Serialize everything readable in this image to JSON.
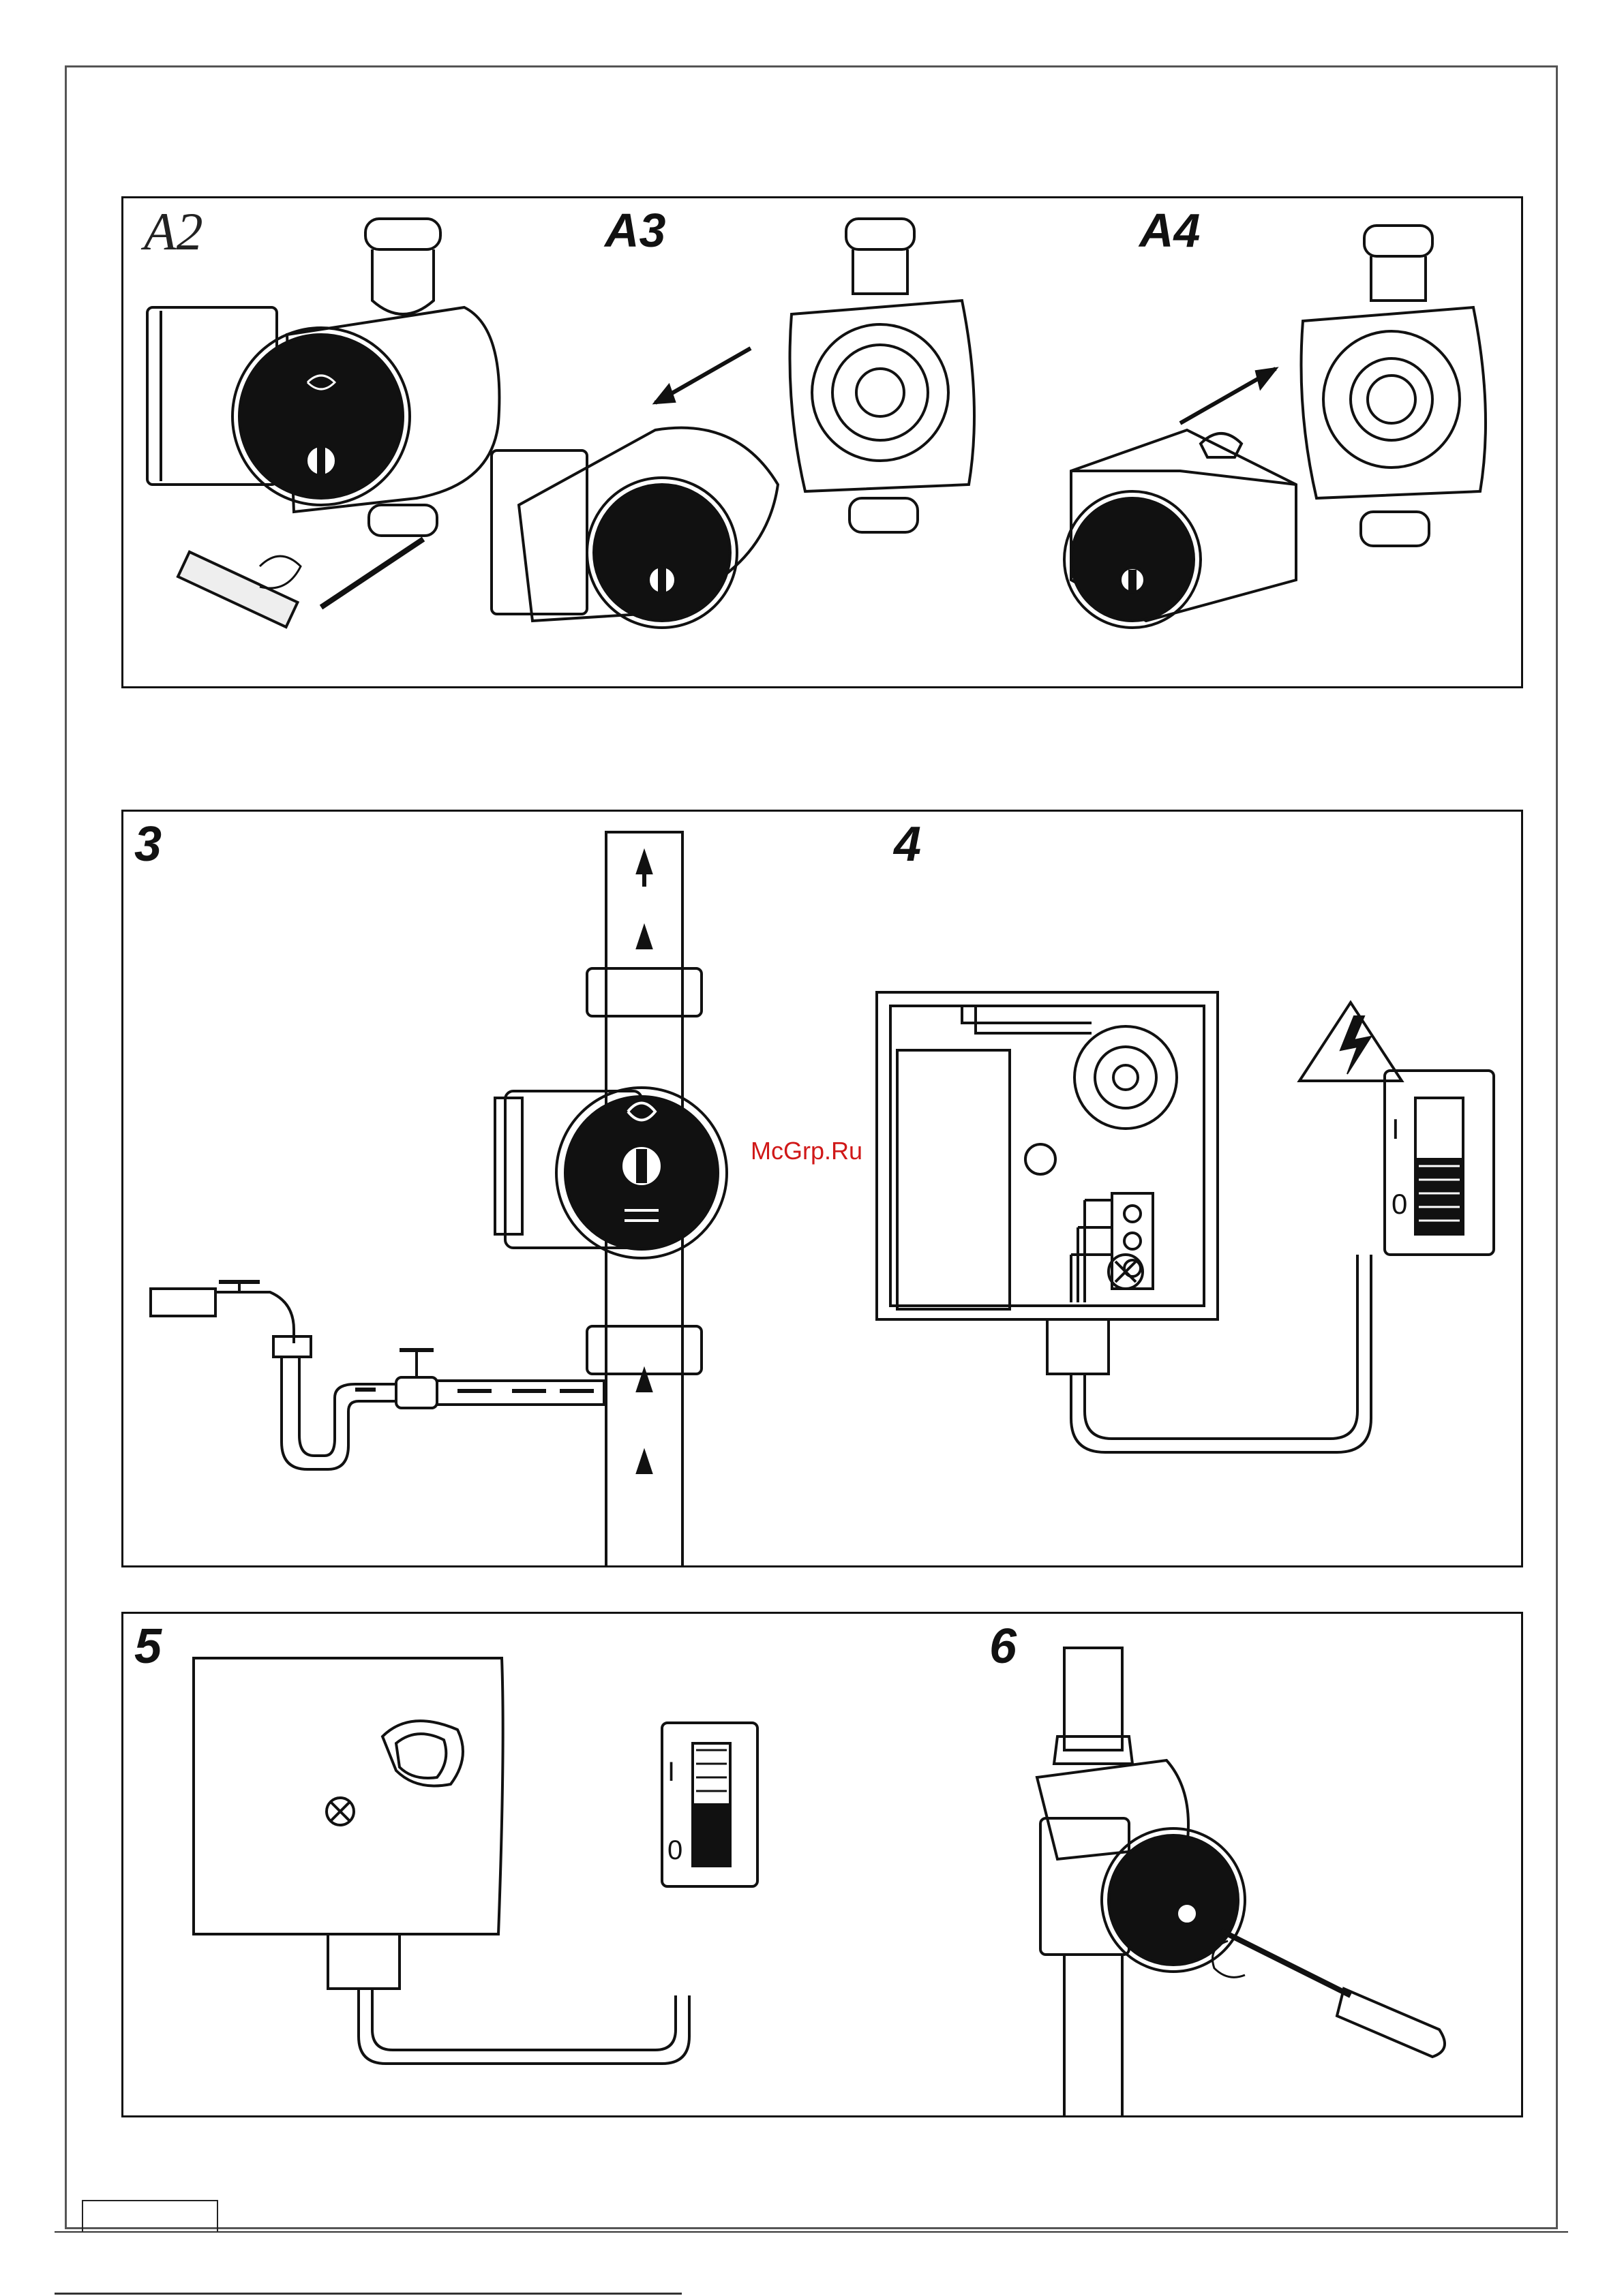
{
  "labels": {
    "a2": "A2",
    "a3": "A3",
    "a4": "A4",
    "fig3": "3",
    "fig4": "4",
    "fig5": "5",
    "fig6": "6"
  },
  "switch_fig4": {
    "on": "I",
    "off": "0"
  },
  "switch_fig5": {
    "on": "I",
    "off": "0"
  },
  "watermark": "McGrp.Ru"
}
